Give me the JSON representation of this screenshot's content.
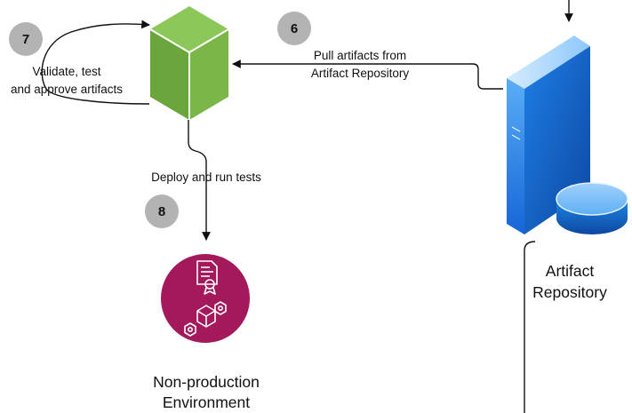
{
  "steps": [
    {
      "number": "6",
      "label_lines": [
        "Pull artifacts from",
        "Artifact Repository"
      ]
    },
    {
      "number": "7",
      "label_lines": [
        "Validate, test",
        "and approve artifacts"
      ]
    },
    {
      "number": "8",
      "label_lines": [
        "Deploy and run tests"
      ]
    }
  ],
  "nodes": {
    "artifact_repository": {
      "label_lines": [
        "Artifact",
        "Repository"
      ]
    },
    "non_production": {
      "label_lines": [
        "Non-production",
        "Environment"
      ]
    }
  },
  "colors": {
    "cube_green": "#7ab648",
    "env_circle": "#a3195b",
    "server_blue": "#1e88e5",
    "step_badge": "#b3b3b3",
    "connector": "#111111"
  },
  "icons": [
    "cube-icon",
    "server-icon",
    "database-disk-icon",
    "certificate-icon",
    "hexagon-cubes-icon"
  ]
}
